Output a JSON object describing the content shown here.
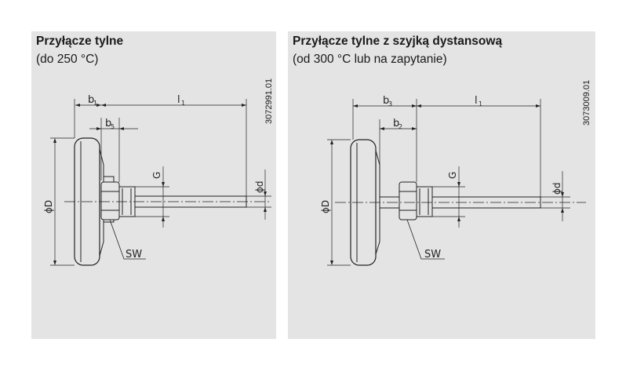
{
  "left_panel": {
    "title": "Przyłącze tylne",
    "subtitle": "(do 250 °C)",
    "drawing_code": "3072991.01",
    "dims": {
      "b1": "b",
      "b1_sub": "1",
      "b5": "b",
      "b5_sub": "5",
      "l1": "l",
      "l1_sub": "1",
      "G": "G",
      "d": "ϕd",
      "D": "ϕD",
      "SW": "SW"
    }
  },
  "right_panel": {
    "title": "Przyłącze tylne z szyjką dystansową",
    "subtitle": "(od 300 °C lub na zapytanie)",
    "drawing_code": "3073009.01",
    "dims": {
      "b3": "b",
      "b3_sub": "3",
      "b2": "b",
      "b2_sub": "2",
      "l1": "l",
      "l1_sub": "1",
      "G": "G",
      "d": "ϕd",
      "D": "ϕD",
      "SW": "SW"
    }
  },
  "colors": {
    "panel_bg": "#e4e4e4",
    "line": "#222222"
  }
}
